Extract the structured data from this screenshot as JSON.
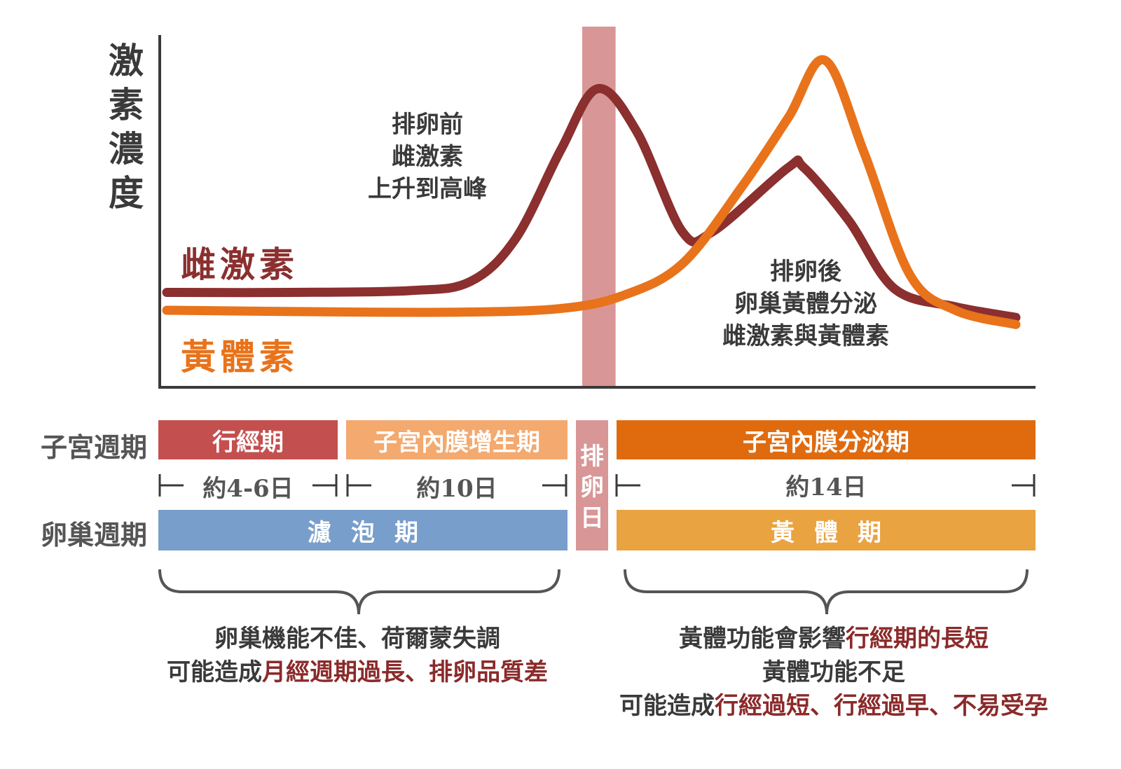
{
  "chart_data": {
    "type": "line",
    "ylabel": "激素濃度",
    "x_range": [
      0,
      28
    ],
    "y_range": [
      0,
      100
    ],
    "series": [
      {
        "name": "雌激素",
        "color": "#8b2f2f",
        "points": [
          [
            0,
            25
          ],
          [
            4,
            25
          ],
          [
            8,
            25.5
          ],
          [
            10,
            28
          ],
          [
            11.5,
            40
          ],
          [
            13,
            65
          ],
          [
            14.2,
            82
          ],
          [
            15.5,
            70
          ],
          [
            17,
            42
          ],
          [
            18,
            42
          ],
          [
            20.5,
            60
          ],
          [
            21,
            60
          ],
          [
            22.5,
            45
          ],
          [
            24,
            26
          ],
          [
            26,
            21
          ],
          [
            28,
            18
          ]
        ]
      },
      {
        "name": "黃體素",
        "color": "#e8731b",
        "points": [
          [
            0,
            20
          ],
          [
            6,
            19.5
          ],
          [
            10,
            19.5
          ],
          [
            13,
            20.5
          ],
          [
            15,
            24
          ],
          [
            17,
            33
          ],
          [
            19,
            55
          ],
          [
            20.5,
            74
          ],
          [
            21.7,
            90
          ],
          [
            23,
            64
          ],
          [
            24.5,
            30
          ],
          [
            26,
            20
          ],
          [
            28,
            16
          ]
        ]
      }
    ],
    "ovulation_band": {
      "from": 13.7,
      "to": 14.8,
      "color": "#d99696"
    },
    "annotations": [
      {
        "lines": [
          "排卵前",
          "雌激素",
          "上升到高峰"
        ]
      },
      {
        "lines": [
          "排卵後",
          "卵巢黃體分泌",
          "雌激素與黃體素"
        ]
      }
    ]
  },
  "cycle": {
    "uterine_label": "子宮週期",
    "ovarian_label": "卵巢週期",
    "menstrual": {
      "label": "行經期",
      "color": "#c44f4f"
    },
    "proliferative": {
      "label": "子宮內膜增生期",
      "color": "#f4a96f"
    },
    "ovulation_day": {
      "chars": [
        "排",
        "卵",
        "日"
      ],
      "color": "#d99696"
    },
    "secretory": {
      "label": "子宮內膜分泌期",
      "color": "#e06b0f"
    },
    "duration_menstrual": "約4-6日",
    "duration_proliferative": "約10日",
    "duration_secretory": "約14日",
    "follicular": {
      "chars": [
        "濾",
        "泡",
        "期"
      ],
      "color": "#789ecb"
    },
    "luteal": {
      "chars": [
        "黃",
        "體",
        "期"
      ],
      "color": "#e9a340"
    }
  },
  "notes": {
    "left_line1": "卵巢機能不佳、荷爾蒙失調",
    "left_line2_a": "可能造成",
    "left_line2_b": "月經週期過長、排卵品質差",
    "right_line1_a": "黃體功能會影響",
    "right_line1_b": "行經期的長短",
    "right_line2": "黃體功能不足",
    "right_line3_a": "可能造成",
    "right_line3_b": "行經過短、行經過早、不易受孕"
  }
}
